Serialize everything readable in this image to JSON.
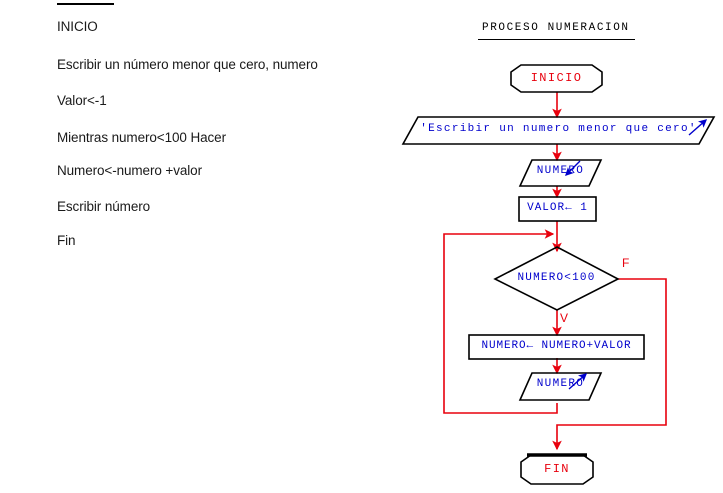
{
  "colors": {
    "connector": "#e8000d",
    "node_border": "#000000",
    "terminal_text": "#e8000d",
    "process_text": "#0000cc",
    "io_arrow": "#0000cc",
    "branch_label": "#e8000d",
    "background": "#ffffff"
  },
  "pseudocode": {
    "lines": [
      "INICIO",
      "Escribir un número menor que cero, numero",
      "Valor<-1",
      "Mientras numero<100 Hacer",
      "Numero<-numero +valor",
      "Escribir número",
      "Fin"
    ]
  },
  "flowchart": {
    "title": "PROCESO NUMERACION",
    "nodes": {
      "start": {
        "label": "INICIO",
        "shape": "terminal"
      },
      "print_prompt": {
        "label": "'Escribir un numero menor que cero'",
        "shape": "io-output"
      },
      "read_numero": {
        "label": "NUMERO",
        "shape": "io-input"
      },
      "set_valor": {
        "label": "VALOR← 1",
        "shape": "process"
      },
      "condition": {
        "label": "NUMERO<100",
        "shape": "decision"
      },
      "accumulate": {
        "label": "NUMERO← NUMERO+VALOR",
        "shape": "process"
      },
      "print_numero": {
        "label": "NUMERO",
        "shape": "io-output"
      },
      "end": {
        "label": "FIN",
        "shape": "terminal"
      }
    },
    "branches": {
      "true_label": "V",
      "false_label": "F"
    }
  },
  "chart_data": {
    "type": "diagram",
    "title": "PROCESO NUMERACION",
    "diagram_kind": "flowchart",
    "nodes": [
      {
        "id": "start",
        "text": "INICIO",
        "shape": "terminal"
      },
      {
        "id": "print_prompt",
        "text": "'Escribir un numero menor que cero'",
        "shape": "parallelogram-output"
      },
      {
        "id": "read_numero",
        "text": "NUMERO",
        "shape": "parallelogram-input"
      },
      {
        "id": "set_valor",
        "text": "VALOR← 1",
        "shape": "rectangle"
      },
      {
        "id": "condition",
        "text": "NUMERO<100",
        "shape": "diamond"
      },
      {
        "id": "accumulate",
        "text": "NUMERO← NUMERO+VALOR",
        "shape": "rectangle"
      },
      {
        "id": "print_numero",
        "text": "NUMERO",
        "shape": "parallelogram-output"
      },
      {
        "id": "end",
        "text": "FIN",
        "shape": "terminal"
      }
    ],
    "edges": [
      {
        "from": "start",
        "to": "print_prompt",
        "label": ""
      },
      {
        "from": "print_prompt",
        "to": "read_numero",
        "label": ""
      },
      {
        "from": "read_numero",
        "to": "set_valor",
        "label": ""
      },
      {
        "from": "set_valor",
        "to": "condition",
        "label": ""
      },
      {
        "from": "condition",
        "to": "accumulate",
        "label": "V"
      },
      {
        "from": "condition",
        "to": "end",
        "label": "F"
      },
      {
        "from": "accumulate",
        "to": "print_numero",
        "label": ""
      },
      {
        "from": "print_numero",
        "to": "condition",
        "label": ""
      }
    ]
  }
}
